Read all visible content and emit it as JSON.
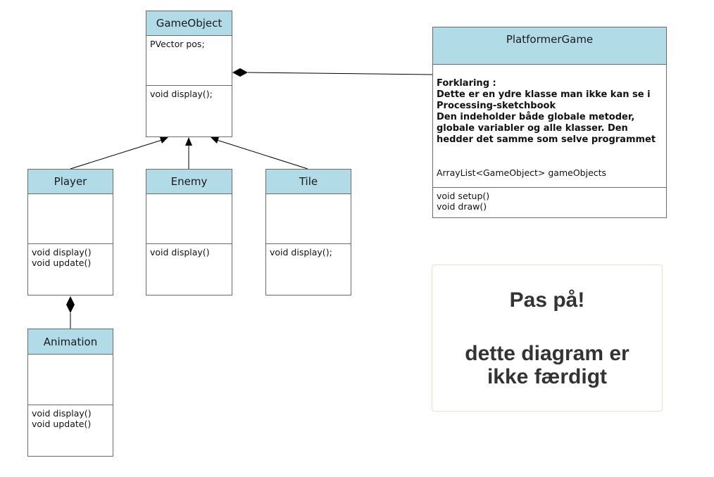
{
  "classes": {
    "gameobject": {
      "name": "GameObject",
      "attributes": "PVector pos;",
      "methods": "void display();"
    },
    "player": {
      "name": "Player",
      "attributes": "",
      "methods": "void display()\nvoid update()"
    },
    "enemy": {
      "name": "Enemy",
      "attributes": "",
      "methods": "void display()"
    },
    "tile": {
      "name": "Tile",
      "attributes": "",
      "methods": "void display();"
    },
    "animation": {
      "name": "Animation",
      "attributes": "",
      "methods": "void display()\nvoid update()"
    },
    "platformergame": {
      "name": "PlatformerGame",
      "note": "Forklaring :\nDette er en ydre klasse man ikke kan se i Processing-sketchbook\nDen indeholder både globale metoder, globale variabler og alle klasser. Den hedder det samme som selve programmet",
      "attributes": "ArrayList<GameObject> gameObjects",
      "methods": "void setup()\nvoid draw()"
    }
  },
  "callout": {
    "line1": "Pas på!",
    "line2": "dette diagram er\nikke færdigt"
  },
  "colors": {
    "header_fill": "#b1dbe6",
    "border": "#6b6b6b",
    "callout_border": "#f3dcc6",
    "callout_text": "#333333"
  }
}
